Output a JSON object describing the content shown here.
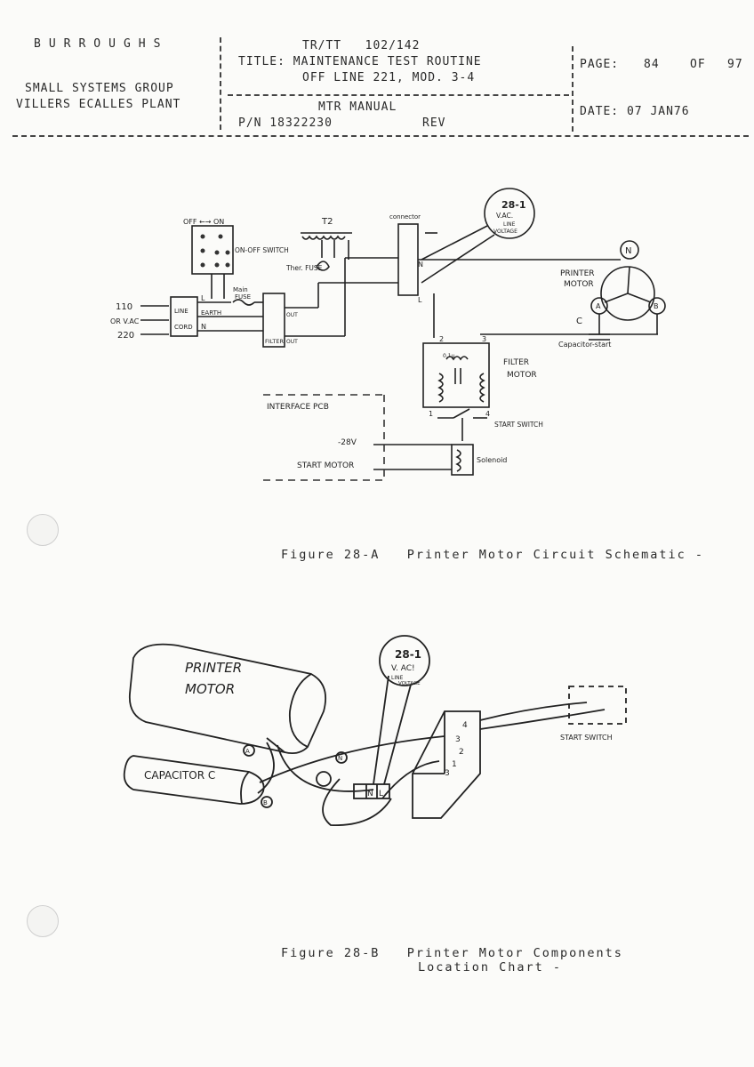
{
  "header": {
    "company": "BURROUGHS",
    "group": "SMALL SYSTEMS GROUP",
    "plant": "VILLERS ECALLES PLANT",
    "doc_code": "TR/TT   102/142",
    "title_line1": "TITLE: MAINTENANCE TEST ROUTINE",
    "title_line2": "OFF LINE 221, MOD. 3-4",
    "manual": "MTR MANUAL",
    "part_number": "P/N 18322230",
    "rev": "REV",
    "page_label": "PAGE:",
    "page_num": "84",
    "page_of": "OF",
    "page_total": "97",
    "date": "DATE: 07 JAN76"
  },
  "figure_a": {
    "caption": "Figure 28-A   Printer Motor Circuit Schematic -",
    "labels": {
      "off_on": "OFF ←→ ON",
      "onoff_switch": "ON-OFF SWITCH",
      "t2": "T2",
      "thermal_fuse": "Ther. FUSE",
      "connector": "connector",
      "meter_top": "28-1",
      "meter_mid": "V.AC.",
      "meter_bot1": "LINE",
      "meter_bot2": "VOLTAGE",
      "motor_n": "N",
      "printer": "PRINTER",
      "motor": "MOTOR",
      "motor_a": "A",
      "motor_b": "B",
      "cap_c": "C",
      "capacitor_start": "Capacitor-start",
      "v110": "110",
      "or": "OR V.AC",
      "v220": "220",
      "line": "LINE",
      "cord": "CORD",
      "earth": "EARTH",
      "main_fuse1": "Main",
      "main_fuse2": "FUSE",
      "filter": "FILTER",
      "out1": "OUT",
      "out2": "OUT",
      "term_l": "L",
      "term_n": "N",
      "conn_l": "L",
      "conn_n": "N",
      "filter_motor1": "FILTER",
      "filter_motor2": "MOTOR",
      "num2": "2",
      "num3": "3",
      "num1": "1",
      "num4": "4",
      "start_switch": "START SWITCH",
      "interface_pcb": "INTERFACE PCB",
      "minus28v": "-28V",
      "start_motor": "START MOTOR",
      "solenoid": "Solenoid",
      "cap_val": "0.1µ"
    }
  },
  "figure_b": {
    "caption_line1": "Figure 28-B   Printer Motor Components",
    "caption_line2": "Location Chart -",
    "labels": {
      "printer": "PRINTER",
      "motor": "MOTOR",
      "capacitor": "CAPACITOR C",
      "meter_top": "28-1",
      "meter_mid": "V. AC!",
      "meter_bot1": "LINE",
      "meter_bot2": "VOLTAGE",
      "start_switch": "START SWITCH",
      "a": "A",
      "b": "B",
      "n": "N",
      "tb_n": "N",
      "tb_l": "L",
      "n1": "1",
      "n2": "2",
      "n3": "3",
      "n4": "4",
      "n3b": "3"
    }
  }
}
